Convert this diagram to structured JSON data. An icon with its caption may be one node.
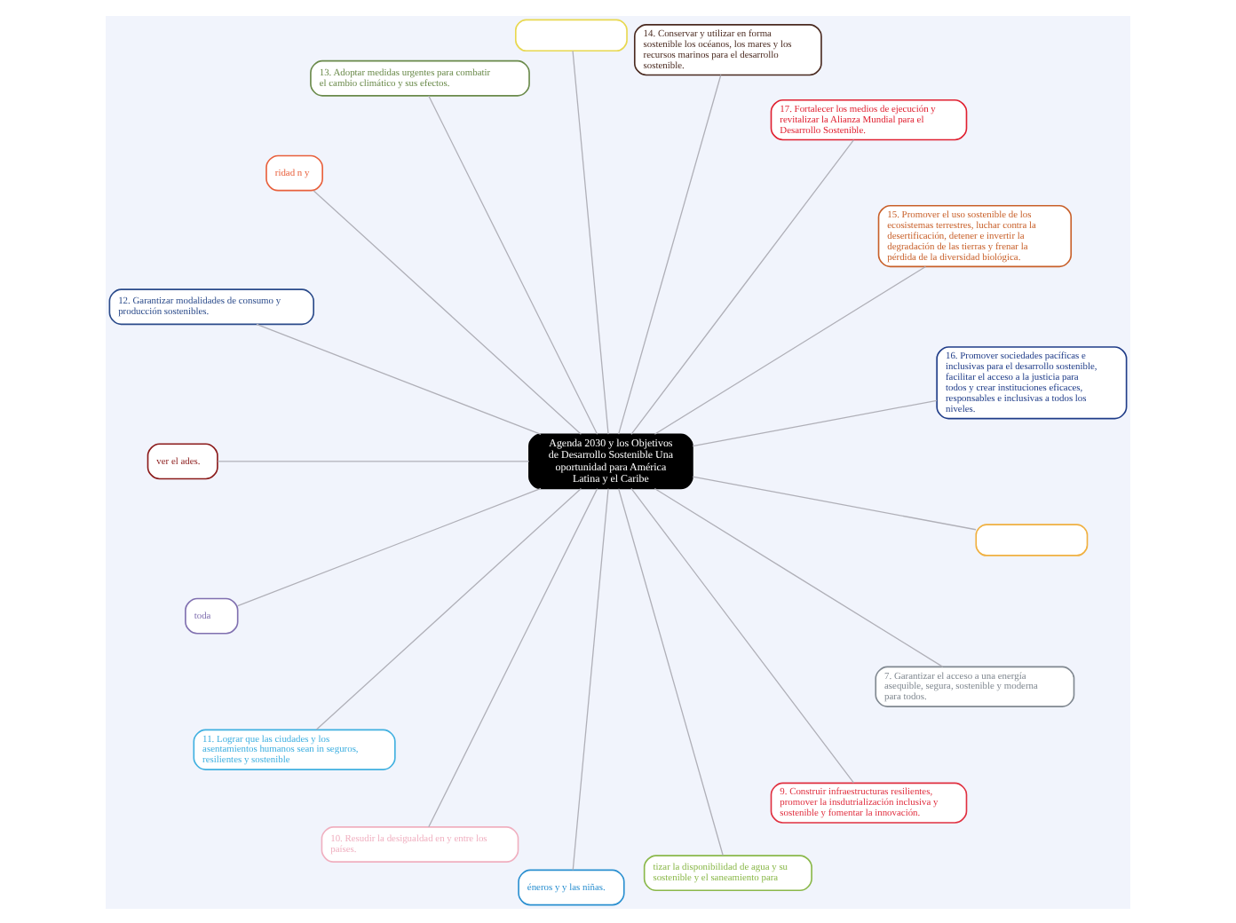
{
  "diagram": {
    "nodes": [
      {
        "text": [
          "Agenda 2030 y los Objetivos de Desarrollo Sostenible Una oportunidad para América Latina y el Caribe"
        ]
      },
      {
        "text": [
          "16. Promover sociedades pacíficas e inclusivas para el desarrollo sostenible, facilitar el acceso a la justicia para todos y crear instituciones eficaces, responsables e inclusivas a todos los niveles."
        ]
      },
      {
        "text": [
          "15. Promover el uso sostenible de los ecosistemas terrestres, luchar contra la desertificación, detener e invertir la degradación de las tierras y frenar la pérdida de la diversidad biológica."
        ]
      },
      {
        "text": [
          "17. Fortalecer los medios de ejecución y revitalizar la Alianza Mundial para el Desarrollo Sostenible."
        ]
      },
      {
        "text": [
          "14. Conservar y utilizar en forma sostenible los océanos, los mares y los recursos marinos para el desarrollo sostenible."
        ]
      },
      {
        "text": [],
        "shape": "box"
      },
      {
        "text": [
          "13. Adoptar medidas urgentes para combatir el cambio climático y sus efectos."
        ]
      },
      {
        "text": [
          "ridad n y"
        ]
      },
      {
        "text": [
          "12. Garantizar modalidades de consumo y producción sostenibles."
        ]
      },
      {
        "text": [
          "ver el ades."
        ]
      },
      {
        "text": [
          "toda"
        ]
      },
      {
        "text": [
          "11. Lograr que las ciudades y los asentamientos humanos sean in seguros, resilientes y sostenible"
        ]
      },
      {
        "text": [
          "10. Resudir la desigualdad en y entre los países."
        ]
      },
      {
        "text": [
          "éneros y y las niñas."
        ]
      },
      {
        "text": [
          "tizar la disponibilidad de agua y su sostenible y el saneamiento para"
        ]
      },
      {
        "text": [
          "9. Construir infraestructuras resilientes, promover la insdutrialización inclusiva y sostenible y fomentar la innovación."
        ]
      },
      {
        "text": [
          "7. Garantizar el acceso a una energía asequible, segura, sostenible y moderna para todos."
        ]
      },
      {
        "text": [],
        "shape": "box"
      }
    ],
    "edges": [
      {
        "from": 0,
        "to": 1,
        "arrow": "none"
      },
      {
        "from": 0,
        "to": 2,
        "arrow": "none"
      },
      {
        "from": 0,
        "to": 3,
        "arrow": "none"
      },
      {
        "from": 0,
        "to": 4,
        "arrow": "none"
      },
      {
        "from": 0,
        "to": 5,
        "arrow": "none"
      },
      {
        "from": 0,
        "to": 6,
        "arrow": "none"
      },
      {
        "from": 0,
        "to": 7,
        "arrow": "none"
      },
      {
        "from": 0,
        "to": 8,
        "arrow": "none"
      },
      {
        "from": 0,
        "to": 9,
        "arrow": "none"
      },
      {
        "from": 0,
        "to": 10,
        "arrow": "none"
      },
      {
        "from": 0,
        "to": 11,
        "arrow": "none"
      },
      {
        "from": 0,
        "to": 12,
        "arrow": "none"
      },
      {
        "from": 0,
        "to": 13,
        "arrow": "none"
      },
      {
        "from": 0,
        "to": 14,
        "arrow": "none"
      },
      {
        "from": 0,
        "to": 15,
        "arrow": "none"
      },
      {
        "from": 0,
        "to": 16,
        "arrow": "none"
      },
      {
        "from": 0,
        "to": 17,
        "arrow": "none"
      }
    ]
  }
}
